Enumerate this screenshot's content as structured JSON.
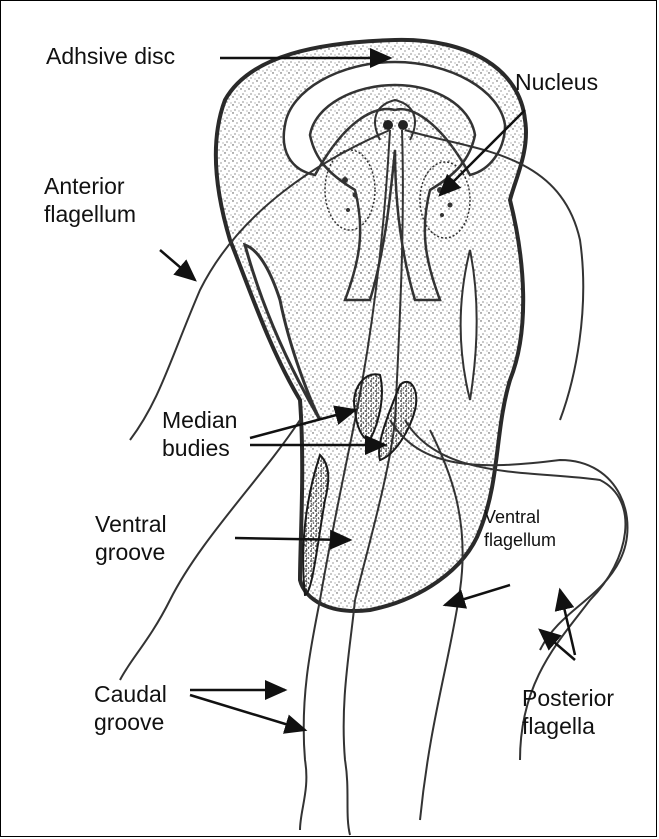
{
  "diagram": {
    "labels": {
      "adhesive_disc": "Adhsive disc",
      "nucleus": "Nucleus",
      "anterior_flagellum": {
        "line1": "Anterior",
        "line2": "flagellum"
      },
      "median_bodies": {
        "line1": "Median",
        "line2": "budies"
      },
      "ventral_groove": {
        "line1": "Ventral",
        "line2": "groove"
      },
      "ventral_flagellum": {
        "line1": "Ventral",
        "line2": "flagellum"
      },
      "caudal_groove": {
        "line1": "Caudal",
        "line2": "groove"
      },
      "posterior_flagella": {
        "line1": "Posterior",
        "line2": "flagella"
      }
    },
    "colors": {
      "line": "#2a2a2a",
      "stipple": "#4a4a4a",
      "dense": "#1a1a1a",
      "paper": "#ffffff"
    }
  }
}
